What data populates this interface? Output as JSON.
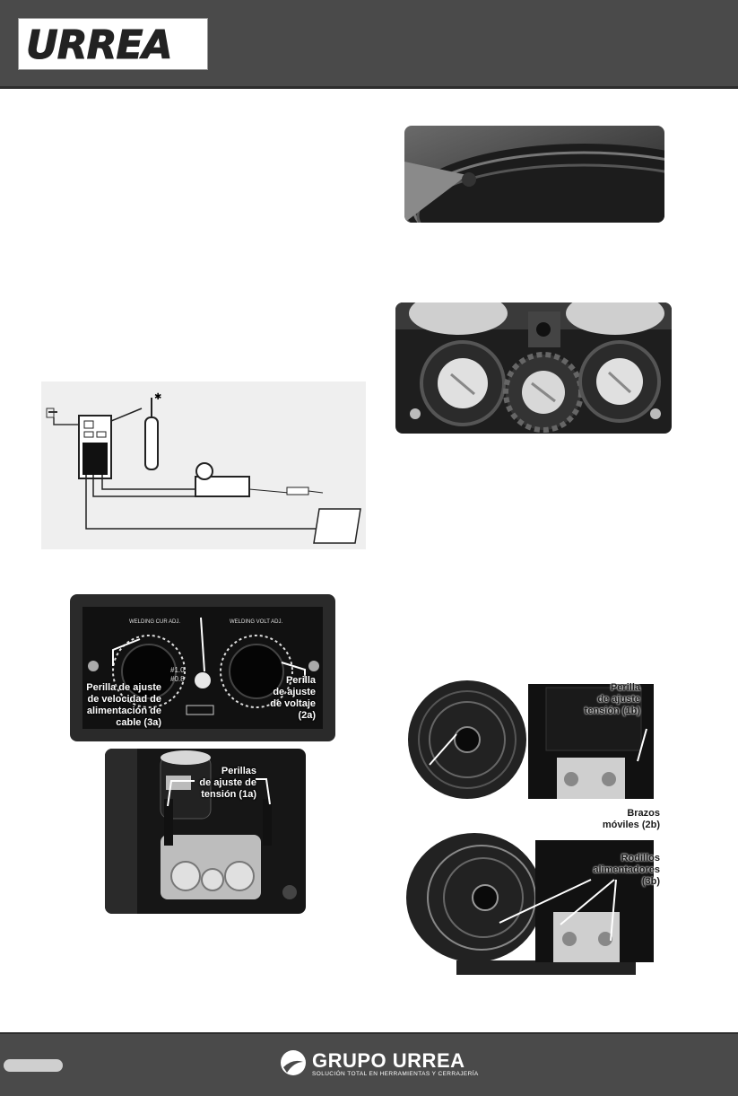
{
  "header": {
    "logo_text": "URREA"
  },
  "panel": {
    "knob_left_scale": "#1.0\n#0.8",
    "dial_labels": [
      "WELDING CUR ADJ.",
      "WELDING VOLT ADJ."
    ]
  },
  "labels": {
    "perilla_tension_1a": "Perillas\nde ajuste de\ntensión (1a)",
    "perilla_tension_1b": "Perilla\nde ajuste\ntensión (1b)",
    "brazos_moviles": "Brazos\nmóviles (2b)",
    "rodillos": "Rodillos\nalimentadores\n(3b)",
    "perilla_voltaje": "Perilla\nde ajuste\nde voltaje\n(2a)",
    "perilla_alimentacion": "Perilla de ajuste\nde velocidad de\nalimentación de\ncable (3a)"
  },
  "footer": {
    "brand": "GRUPO URREA",
    "tagline": "SOLUCIÓN TOTAL EN HERRAMIENTAS Y CERRAJERÍA"
  },
  "colors": {
    "bar": "#4a4a4a",
    "accent": "#cfcfcf"
  }
}
